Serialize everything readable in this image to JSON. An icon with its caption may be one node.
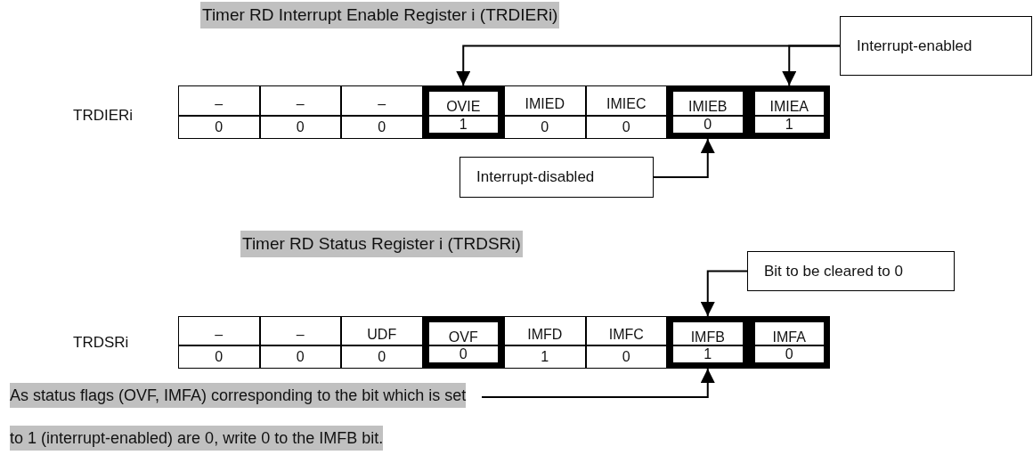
{
  "diagram": {
    "nodes": [
      {
        "text": [
          "Interrupt-enabled"
        ]
      },
      {
        "text": [
          "–",
          "0"
        ]
      },
      {
        "text": [
          "–",
          "0"
        ]
      },
      {
        "text": [
          "–",
          "0"
        ]
      },
      {
        "text": [
          "OVIE",
          "1"
        ]
      },
      {
        "text": [
          "IMIED",
          "0"
        ]
      },
      {
        "text": [
          "IMIEC",
          "0"
        ]
      },
      {
        "text": [
          "IMIEB",
          "0"
        ]
      },
      {
        "text": [
          "IMIEA",
          "1"
        ]
      },
      {
        "text": [
          "Interrupt-disabled"
        ]
      },
      {
        "text": [
          "Bit to be cleared to 0"
        ]
      },
      {
        "text": [
          "–",
          "0"
        ]
      },
      {
        "text": [
          "–",
          "0"
        ]
      },
      {
        "text": [
          "UDF",
          "0"
        ]
      },
      {
        "text": [
          "OVF",
          "0"
        ]
      },
      {
        "text": [
          "IMFD",
          "1"
        ]
      },
      {
        "text": [
          "IMFC",
          "0"
        ]
      },
      {
        "text": [
          "IMFB",
          "1"
        ]
      },
      {
        "text": [
          "IMFA",
          "0"
        ]
      },
      {
        "text": [
          "As status flags (OVF, IMFA) corresponding to the bit which is set to 1 (interrupt-enabled) are 0, write 0 to the IMFB bit."
        ]
      }
    ],
    "edges": [
      {
        "from": 0,
        "to": 4,
        "arrow": "to"
      },
      {
        "from": 0,
        "to": 8,
        "arrow": "to"
      },
      {
        "from": 9,
        "to": 7,
        "arrow": "to"
      },
      {
        "from": 10,
        "to": 17,
        "arrow": "to"
      },
      {
        "from": 19,
        "to": 17,
        "arrow": "to"
      }
    ],
    "labels": [
      "Timer RD Interrupt Enable Register i (TRDIERi)",
      "TRDIERi",
      "Timer RD Status Register i (TRDSRi)",
      "TRDSRi"
    ]
  }
}
